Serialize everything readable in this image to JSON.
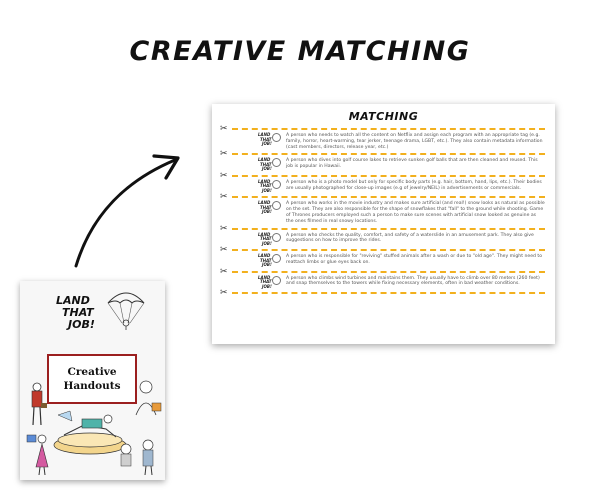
{
  "headline": "CREATIVE MATCHING",
  "worksheet": {
    "title": "MATCHING",
    "logo_text": [
      "LAND",
      "THAT",
      "JOB!"
    ],
    "definitions": [
      "A person who needs to watch all the content on Netflix and assign each program with an appropriate tag (e.g. family, horror, heart-warming, tear jerker, teenage drama, LGBT, etc.). They also contain metadata information (cast members, directors, release year, etc.)",
      "A person who dives into golf course lakes to retrieve sunken golf balls that are then cleaned and reused. This job is popular in Hawaii.",
      "A person who is a photo model but only for specific body parts (e.g. hair, bottom, hand, lips, etc.). Their bodies are usually photographed for close-up images (e.g of jewelry/NEIL) in advertisements or commercials.",
      "A person who works in the movie industry and makes sure artificial (and real!) snow looks as natural as possible on the set. They are also responsible for the shape of snowflakes that \"fall\" to the ground while shooting. Game of Thrones producers employed such a person to make sure scenes with artificial snow looked as genuine as the ones filmed in real snowy locations.",
      "A person who checks the quality, comfort, and safety of a waterslide in an amusement park. They also give suggestions on how to improve the rides.",
      "A person who is responsible for \"reviving\" stuffed animals after a wash or due to \"old age\". They might need to reattach limbs or glue eyes back on.",
      "A person who climbs wind turbines and maintains them. They usually have to climb over 80 meters (260 feet) and snap themselves to the towers while fixing necessary elements, often in bad weather conditions."
    ]
  },
  "cover": {
    "logo_lines": [
      "LAND",
      "THAT",
      "JOB!"
    ],
    "title_lines": [
      "Creative",
      "Handouts"
    ]
  },
  "colors": {
    "cut_line": "#f2b01e",
    "title_border": "#9b1f1f",
    "text": "#111111"
  }
}
